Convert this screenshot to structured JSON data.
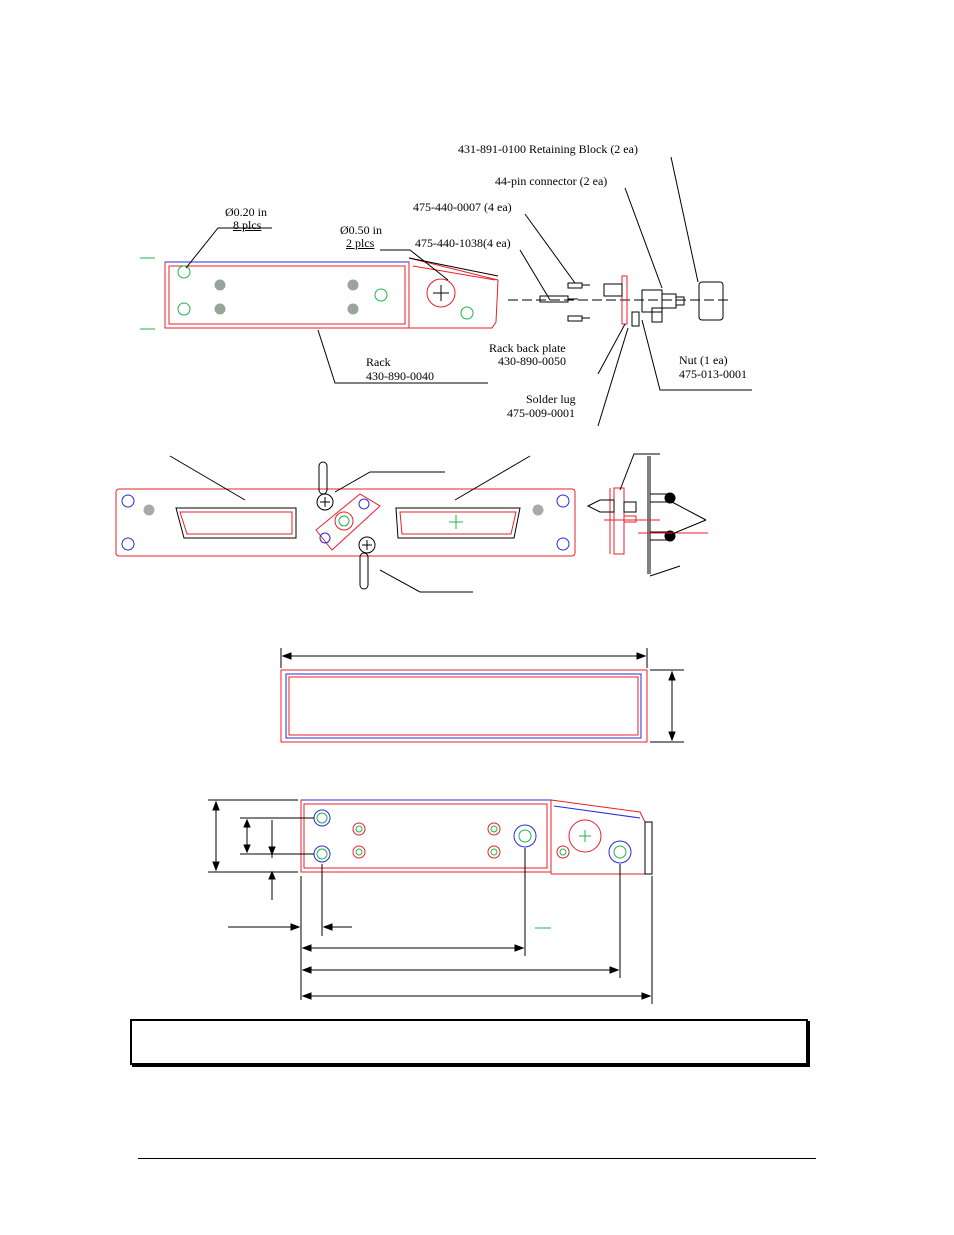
{
  "callouts": {
    "retaining_block": "431-891-0100 Retaining Block (2 ea)",
    "connector": "44-pin connector (2 ea)",
    "screw_short": "475-440-0007 (4 ea)",
    "screw_long": "475-440-1038(4 ea)",
    "hole_small_dia": "Ø0.20 in",
    "hole_small_count": "8 plcs",
    "hole_large_dia": "Ø0.50 in",
    "hole_large_count": "2 plcs",
    "rack_name": "Rack",
    "rack_pn": "430-890-0040",
    "back_plate_name": "Rack back plate",
    "back_plate_pn": "430-890-0050",
    "nut_name": "Nut (1 ea)",
    "nut_pn": "475-013-0001",
    "solder_lug_name": "Solder lug",
    "solder_lug_pn": "475-009-0001"
  },
  "colors": {
    "outline": "#e8202a",
    "line": "#000000",
    "blue": "#2b2bd6",
    "green": "#22b34a",
    "grey_fill": "#9aa59a"
  },
  "caption": ""
}
